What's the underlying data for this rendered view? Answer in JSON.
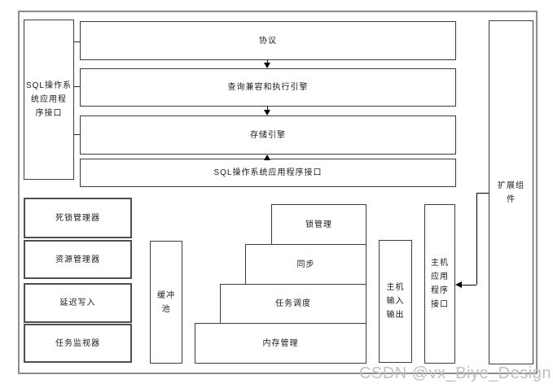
{
  "watermark": "CSDN @vx_Biye_Design",
  "colors": {
    "background": "#ffffff",
    "outer_border": "#8c8c8c",
    "box_border": "#3c3c3c",
    "box_border_heavy": "#4f4f4f",
    "arrow": "#000000",
    "watermark": "#bfbfbf"
  },
  "diagram": {
    "left_api": {
      "label": [
        "SQL操作系",
        "统应用程",
        "序接口"
      ]
    },
    "top_stack": [
      {
        "label": "协议"
      },
      {
        "label": "查询兼容和执行引擎"
      },
      {
        "label": "存储引擎"
      },
      {
        "label": "SQL操作系统应用程序接口"
      }
    ],
    "left_column": [
      {
        "label": "死锁管理器"
      },
      {
        "label": "资源管理器"
      },
      {
        "label": "延迟写入"
      },
      {
        "label": "任务监视器"
      }
    ],
    "buffer_pool": {
      "label": [
        "缓冲",
        "池"
      ]
    },
    "stairs": [
      {
        "label": "锁管理"
      },
      {
        "label": "同步"
      },
      {
        "label": "任务调度"
      },
      {
        "label": "内存管理"
      }
    ],
    "host_io": {
      "label": [
        "主机",
        "输入",
        "输出"
      ]
    },
    "host_api": {
      "label": [
        "主机",
        "应用",
        "程序",
        "接口"
      ]
    },
    "extension": {
      "label": [
        "扩展组",
        "件"
      ]
    }
  }
}
